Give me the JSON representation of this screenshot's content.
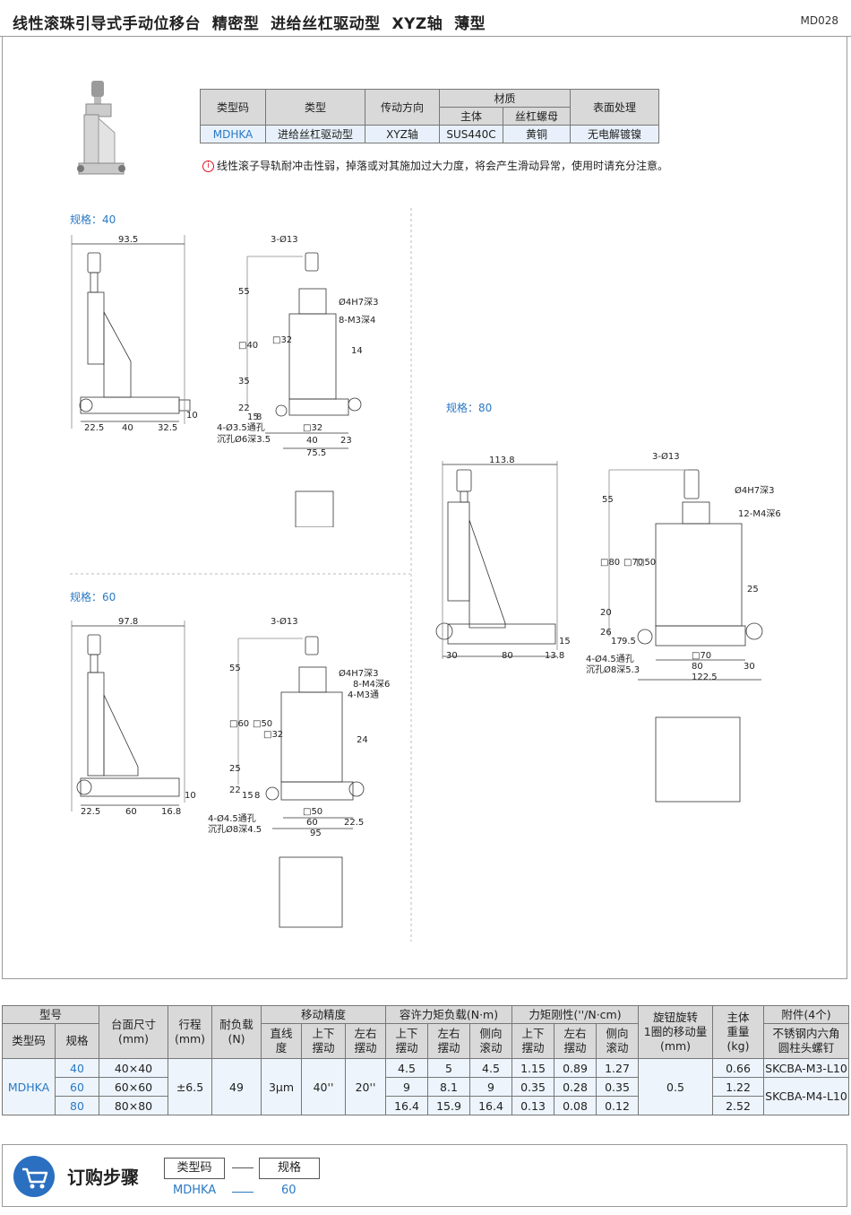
{
  "header": {
    "title": "线性滚珠引导式手动位移台  精密型  进给丝杠驱动型  XYZ轴  薄型",
    "code": "MD028"
  },
  "spec_table": {
    "headers": [
      "类型码",
      "类型",
      "传动方向",
      "材质",
      "表面处理"
    ],
    "sub_headers": [
      "主体",
      "丝杠螺母"
    ],
    "row": [
      "MDHKA",
      "进给丝杠驱动型",
      "XYZ轴",
      "SUS440C",
      "黄铜",
      "无电解镀镍"
    ]
  },
  "warning": {
    "icon": "info-icon",
    "text": "线性滚子导轨耐冲击性弱，掉落或对其施加过大力度，将会产生滑动异常，使用时请充分注意。"
  },
  "drawings": {
    "s40": {
      "label": "规格：40",
      "dims": [
        "93.5",
        "3-Ø13",
        "55",
        "□40",
        "35",
        "□32",
        "Ø4H7深3",
        "8-M3深4",
        "14",
        "22",
        "15",
        "8",
        "10",
        "22.5",
        "40",
        "32.5",
        "□32",
        "40",
        "23",
        "75.5",
        "4-Ø3.5通孔",
        "沉孔Ø6深3.5"
      ]
    },
    "s60": {
      "label": "规格：60",
      "dims": [
        "97.8",
        "3-Ø13",
        "55",
        "□60",
        "□50",
        "□32",
        "Ø4H7深3",
        "8-M4深6",
        "4-M3通",
        "24",
        "25",
        "22",
        "15",
        "8",
        "10",
        "22.5",
        "60",
        "16.8",
        "□50",
        "60",
        "22.5",
        "95",
        "4-Ø4.5通孔",
        "沉孔Ø8深4.5"
      ]
    },
    "s80": {
      "label": "规格：80",
      "dims": [
        "113.8",
        "3-Ø13",
        "55",
        "□80",
        "□70",
        "□50",
        "Ø4H7深3",
        "12-M4深6",
        "25",
        "20",
        "26",
        "17",
        "9.5",
        "15",
        "30",
        "80",
        "13.8",
        "□70",
        "80",
        "30",
        "122.5",
        "4-Ø4.5通孔",
        "沉孔Ø8深5.3"
      ]
    }
  },
  "perf_table": {
    "groups": [
      "型号",
      "台面尺寸\n(mm)",
      "行程\n(mm)",
      "耐负载\n(N)",
      "移动精度",
      "容许力矩负载(N·m)",
      "力矩刚性(''/N·cm)",
      "旋钮旋转\n1圈的移动量\n(mm)",
      "主体\n重量\n(kg)",
      "附件(4个)"
    ],
    "sub": [
      "类型码",
      "规格",
      "直线\n度",
      "上下\n摆动",
      "左右\n摆动",
      "上下\n摆动",
      "左右\n摆动",
      "侧向\n滚动",
      "上下\n摆动",
      "左右\n摆动",
      "侧向\n滚动",
      "不锈钢内六角\n圆柱头螺钉"
    ],
    "type_code": "MDHKA",
    "stroke": "±6.5",
    "load": "49",
    "straightness": "3μm",
    "pitch_acc": "40''",
    "yaw_acc": "20''",
    "knob": "0.5",
    "rows": [
      {
        "size": "40",
        "table": "40×40",
        "m": [
          "4.5",
          "5",
          "4.5"
        ],
        "k": [
          "1.15",
          "0.89",
          "1.27"
        ],
        "weight": "0.66"
      },
      {
        "size": "60",
        "table": "60×60",
        "m": [
          "9",
          "8.1",
          "9"
        ],
        "k": [
          "0.35",
          "0.28",
          "0.35"
        ],
        "weight": "1.22"
      },
      {
        "size": "80",
        "table": "80×80",
        "m": [
          "16.4",
          "15.9",
          "16.4"
        ],
        "k": [
          "0.13",
          "0.08",
          "0.12"
        ],
        "weight": "2.52"
      }
    ],
    "accessory": [
      "SKCBA-M3-L10",
      "SKCBA-M4-L10"
    ]
  },
  "order": {
    "icon": "cart-icon",
    "title": "订购步骤",
    "boxes": [
      "类型码",
      "规格"
    ],
    "values": [
      "MDHKA",
      "60"
    ]
  }
}
